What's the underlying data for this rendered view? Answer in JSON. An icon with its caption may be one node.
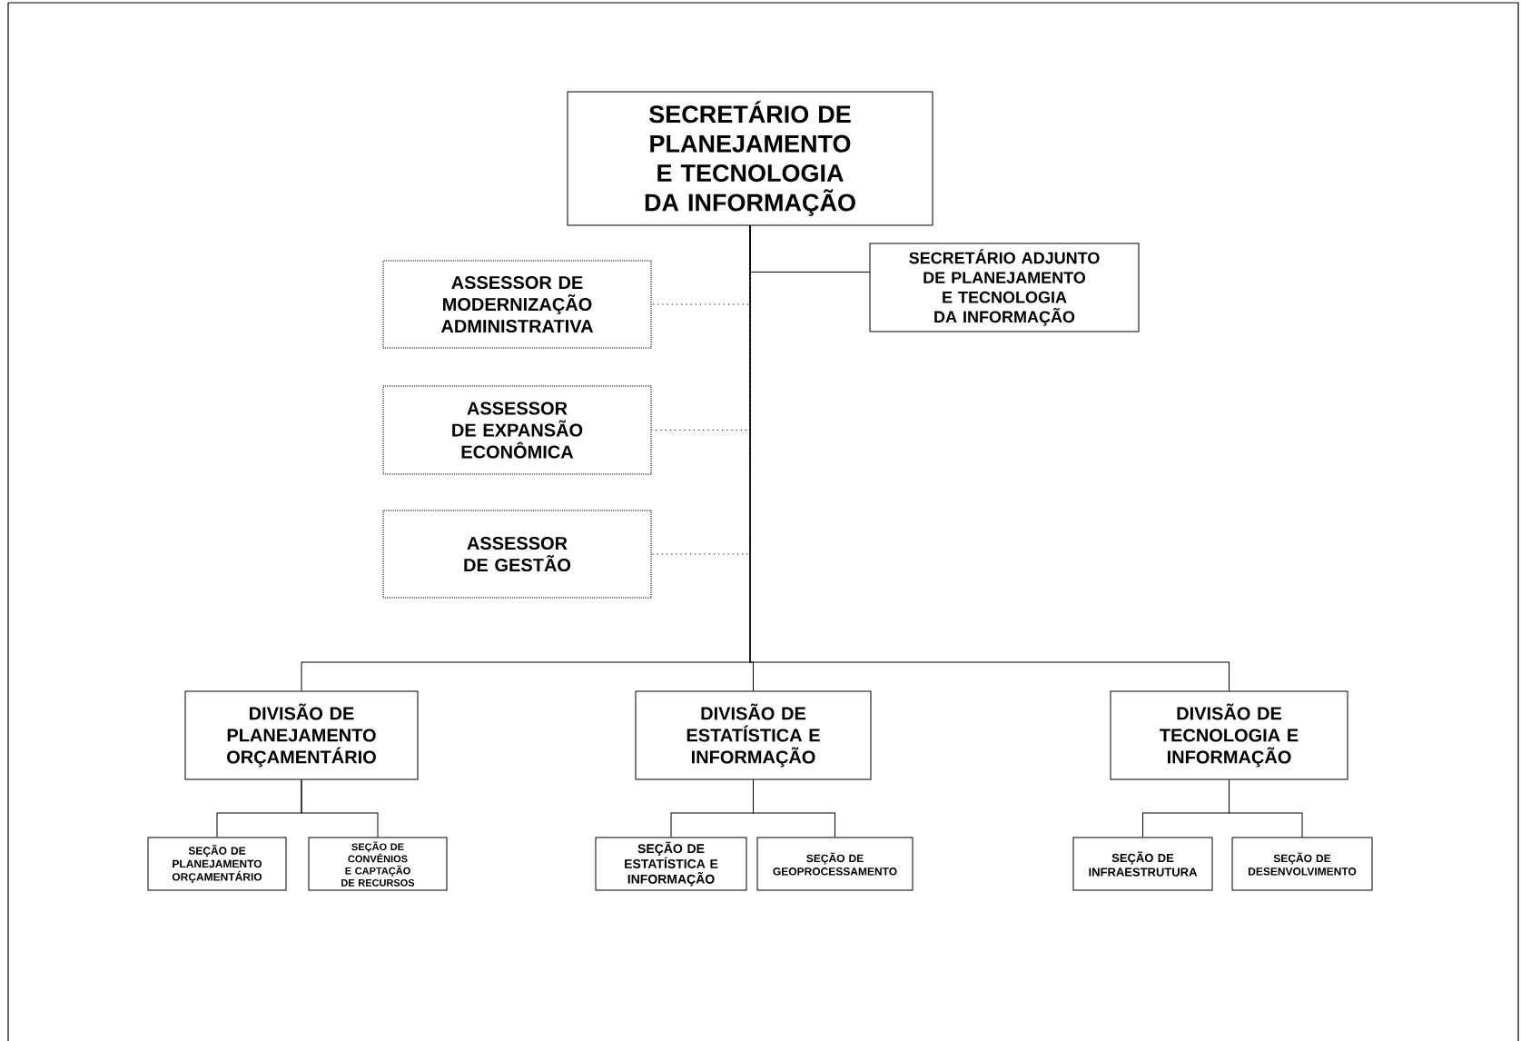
{
  "diagram": {
    "nodes": [
      {
        "text": [
          "SECRETÁRIO DE PLANEJAMENTO E TECNOLOGIA DA INFORMAÇÃO"
        ]
      },
      {
        "text": [
          "SECRETÁRIO ADJUNTO DE PLANEJAMENTO E TECNOLOGIA DA INFORMAÇÃO"
        ]
      },
      {
        "text": [
          "ASSESSOR DE MODERNIZAÇÃO ADMINISTRATIVA"
        ]
      },
      {
        "text": [
          "ASSESSOR DE EXPANSÃO ECONÔMICA"
        ]
      },
      {
        "text": [
          "ASSESSOR DE GESTÃO"
        ]
      },
      {
        "text": [
          "DIVISÃO DE PLANEJAMENTO ORÇAMENTÁRIO"
        ]
      },
      {
        "text": [
          "DIVISÃO DE ESTATÍSTICA E INFORMAÇÃO"
        ]
      },
      {
        "text": [
          "DIVISÃO DE TECNOLOGIA E INFORMAÇÃO"
        ]
      },
      {
        "text": [
          "SEÇÃO DE PLANEJAMENTO ORÇAMENTÁRIO"
        ]
      },
      {
        "text": [
          "SEÇÃO DE CONVÊNIOS E CAPTAÇÃO DE RECURSOS"
        ]
      },
      {
        "text": [
          "SEÇÃO DE ESTATÍSTICA E INFORMAÇÃO"
        ]
      },
      {
        "text": [
          "SEÇÃO DE GEOPROCESSAMENTO"
        ]
      },
      {
        "text": [
          "SEÇÃO DE INFRAESTRUTURA"
        ]
      },
      {
        "text": [
          "SEÇÃO DE DESENVOLVIMENTO"
        ]
      }
    ],
    "edges": [
      {
        "from": 0,
        "to": 1,
        "arrow": "none"
      },
      {
        "from": 0,
        "to": 2,
        "arrow": "none",
        "style": "dashed"
      },
      {
        "from": 0,
        "to": 3,
        "arrow": "none",
        "style": "dashed"
      },
      {
        "from": 0,
        "to": 4,
        "arrow": "none",
        "style": "dashed"
      },
      {
        "from": 0,
        "to": 5,
        "arrow": "none"
      },
      {
        "from": 0,
        "to": 6,
        "arrow": "none"
      },
      {
        "from": 0,
        "to": 7,
        "arrow": "none"
      },
      {
        "from": 5,
        "to": 8,
        "arrow": "none"
      },
      {
        "from": 5,
        "to": 9,
        "arrow": "none"
      },
      {
        "from": 6,
        "to": 10,
        "arrow": "none"
      },
      {
        "from": 6,
        "to": 11,
        "arrow": "none"
      },
      {
        "from": 7,
        "to": 12,
        "arrow": "none"
      },
      {
        "from": 7,
        "to": 13,
        "arrow": "none"
      }
    ]
  }
}
